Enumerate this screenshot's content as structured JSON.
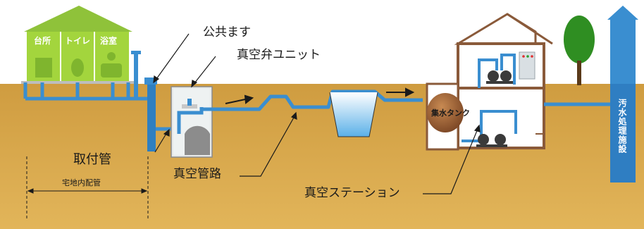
{
  "house": {
    "rooms": [
      "台所",
      "トイレ",
      "浴室"
    ]
  },
  "labels": {
    "public_basin": "公共ます",
    "vacuum_valve_unit": "真空弁ユニット",
    "connection_pipe": "取付管",
    "vacuum_pipeline": "真空管路",
    "residential_piping": "宅地内配管",
    "vacuum_station": "真空ステーション",
    "collection_tank": "集水タンク",
    "treatment_facility": "汚水処理施設"
  },
  "colors": {
    "soil": "#d7a34c",
    "pipe": "#3a8ed0",
    "house_green": "#a3d53d",
    "station_frame": "#8a5a3a",
    "arrow": "#3a8ed0",
    "tank": "#9b5f34"
  }
}
